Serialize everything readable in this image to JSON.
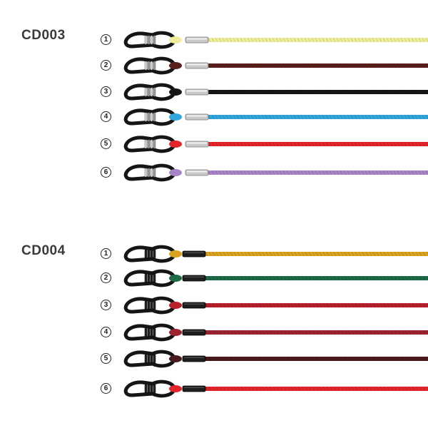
{
  "groups": [
    {
      "label": "CD003",
      "style": "metal",
      "cords": [
        {
          "num": "1",
          "color": "#f0ee9a"
        },
        {
          "num": "2",
          "color": "#5a1e1a"
        },
        {
          "num": "3",
          "color": "#161616"
        },
        {
          "num": "4",
          "color": "#2fa6dc"
        },
        {
          "num": "5",
          "color": "#e5232a"
        },
        {
          "num": "6",
          "color": "#a884c8"
        }
      ]
    },
    {
      "label": "CD004",
      "style": "rubber",
      "cords": [
        {
          "num": "1",
          "color": "#d9a321"
        },
        {
          "num": "2",
          "color": "#1c6b46"
        },
        {
          "num": "3",
          "color": "#b8202a"
        },
        {
          "num": "4",
          "color": "#9e2330"
        },
        {
          "num": "5",
          "color": "#4a1a1c"
        },
        {
          "num": "6",
          "color": "#e2252b"
        }
      ]
    }
  ]
}
